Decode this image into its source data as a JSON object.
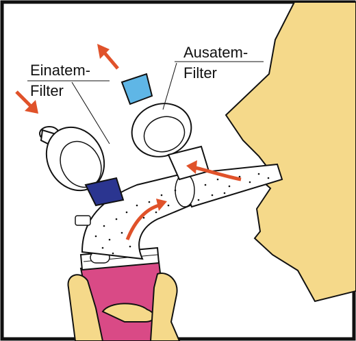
{
  "labels": {
    "inhale_line1": "Einatem-",
    "inhale_line2": "Filter",
    "exhale_line1": "Ausatem-",
    "exhale_line2": "Filter"
  },
  "colors": {
    "face": "#f5d98a",
    "hand": "#f5d98a",
    "canister": "#d94a86",
    "arrow": "#e0522a",
    "blue_valve": "#5fb6e6",
    "navy_valve": "#2b3590",
    "filter_white": "#ffffff",
    "outline": "#111111"
  },
  "icons": {
    "inhale_arrow": "arrow-in-icon",
    "exhale_arrow": "arrow-out-icon"
  }
}
